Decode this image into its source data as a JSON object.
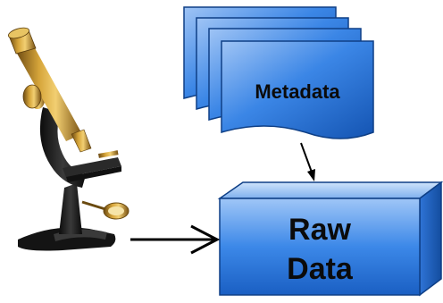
{
  "diagram": {
    "microscope": {
      "icon": "microscope-icon"
    },
    "metadata": {
      "label": "Metadata",
      "stack_count": 4,
      "color": "#1f66c8"
    },
    "raw_data": {
      "line1": "Raw",
      "line2": "Data",
      "color": "#1f66c8"
    },
    "arrows": [
      {
        "from": "metadata",
        "to": "raw_data",
        "style": "thin"
      },
      {
        "from": "microscope",
        "to": "raw_data",
        "style": "open-head"
      }
    ]
  }
}
